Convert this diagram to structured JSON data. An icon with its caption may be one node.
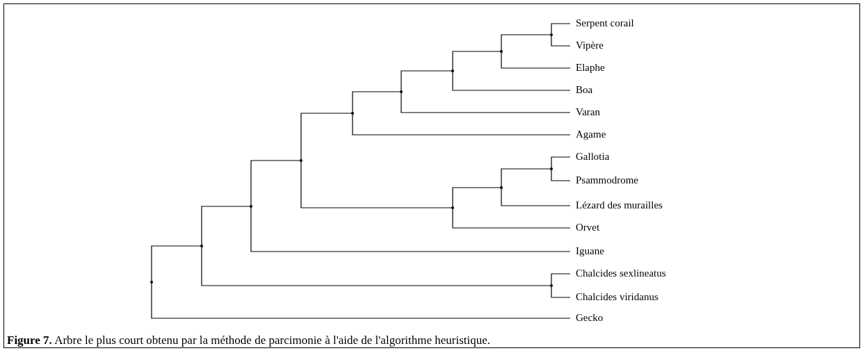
{
  "diagram": {
    "caption": "**Figure 7.** Arbre le plus court obtenu par la méthode de parcimonie à l'aide de l'algorithme heuristique.",
    "nodes": [
      {
        "text": [
          "Serpent corail"
        ]
      },
      {
        "text": [
          "Vipère"
        ]
      },
      {
        "text": [
          "Elaphe"
        ]
      },
      {
        "text": [
          "Boa"
        ]
      },
      {
        "text": [
          "Varan"
        ]
      },
      {
        "text": [
          "Agame"
        ]
      },
      {
        "text": [
          "Gallotia"
        ]
      },
      {
        "text": [
          "Psammodrome"
        ]
      },
      {
        "text": [
          "Lézard des murailles"
        ]
      },
      {
        "text": [
          "Orvet"
        ]
      },
      {
        "text": [
          "Iguane"
        ]
      },
      {
        "text": [
          "Chalcides sexlineatus"
        ]
      },
      {
        "text": [
          "Chalcides viridanus"
        ]
      },
      {
        "text": [
          "Gecko"
        ]
      },
      {
        "text": [],
        "shape": "point"
      },
      {
        "text": [],
        "shape": "point"
      },
      {
        "text": [],
        "shape": "point"
      },
      {
        "text": [],
        "shape": "point"
      },
      {
        "text": [],
        "shape": "point"
      },
      {
        "text": [],
        "shape": "point"
      },
      {
        "text": [],
        "shape": "point"
      },
      {
        "text": [],
        "shape": "point"
      },
      {
        "text": [],
        "shape": "point"
      },
      {
        "text": [],
        "shape": "point"
      },
      {
        "text": [],
        "shape": "point"
      },
      {
        "text": [],
        "shape": "point"
      },
      {
        "text": [],
        "shape": "point"
      }
    ],
    "edges": [
      {
        "from": 14,
        "to": 0,
        "arrow": "none"
      },
      {
        "from": 14,
        "to": 1,
        "arrow": "none"
      },
      {
        "from": 15,
        "to": 14,
        "arrow": "none"
      },
      {
        "from": 15,
        "to": 2,
        "arrow": "none"
      },
      {
        "from": 16,
        "to": 15,
        "arrow": "none"
      },
      {
        "from": 16,
        "to": 3,
        "arrow": "none"
      },
      {
        "from": 17,
        "to": 16,
        "arrow": "none"
      },
      {
        "from": 17,
        "to": 4,
        "arrow": "none"
      },
      {
        "from": 18,
        "to": 17,
        "arrow": "none"
      },
      {
        "from": 18,
        "to": 5,
        "arrow": "none"
      },
      {
        "from": 19,
        "to": 6,
        "arrow": "none"
      },
      {
        "from": 19,
        "to": 7,
        "arrow": "none"
      },
      {
        "from": 20,
        "to": 19,
        "arrow": "none"
      },
      {
        "from": 20,
        "to": 8,
        "arrow": "none"
      },
      {
        "from": 21,
        "to": 20,
        "arrow": "none"
      },
      {
        "from": 21,
        "to": 9,
        "arrow": "none"
      },
      {
        "from": 22,
        "to": 18,
        "arrow": "none"
      },
      {
        "from": 22,
        "to": 21,
        "arrow": "none"
      },
      {
        "from": 23,
        "to": 22,
        "arrow": "none"
      },
      {
        "from": 23,
        "to": 10,
        "arrow": "none"
      },
      {
        "from": 24,
        "to": 11,
        "arrow": "none"
      },
      {
        "from": 24,
        "to": 12,
        "arrow": "none"
      },
      {
        "from": 25,
        "to": 23,
        "arrow": "none"
      },
      {
        "from": 25,
        "to": 24,
        "arrow": "none"
      },
      {
        "from": 26,
        "to": 25,
        "arrow": "none"
      },
      {
        "from": 26,
        "to": 13,
        "arrow": "none"
      }
    ]
  }
}
